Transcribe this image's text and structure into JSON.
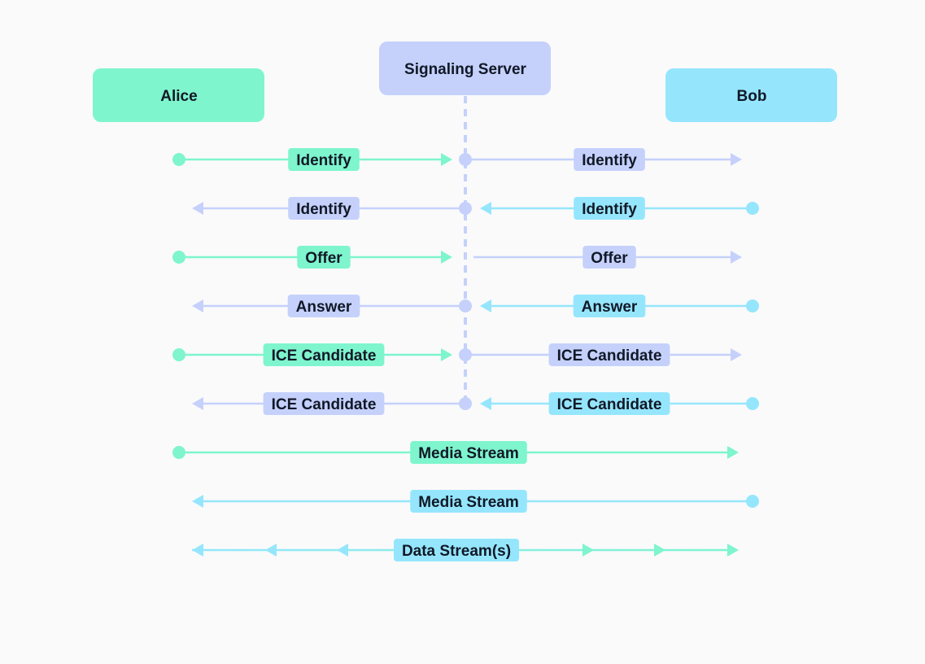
{
  "actors": [
    {
      "id": "alice",
      "label": "Alice",
      "color": "#7ef5cd"
    },
    {
      "id": "server",
      "label": "Signaling Server",
      "color": "#c5d1fb"
    },
    {
      "id": "bob",
      "label": "Bob",
      "color": "#95e6fc"
    }
  ],
  "colors": {
    "alice": "#7ef5cd",
    "server": "#c5d1fb",
    "bob": "#95e6fc",
    "text": "#111827",
    "background": "#fafafb"
  },
  "messages": [
    {
      "label": "Identify",
      "from": "alice",
      "to": "server",
      "color": "alice"
    },
    {
      "label": "Identify",
      "from": "server",
      "to": "bob",
      "color": "server"
    },
    {
      "label": "Identify",
      "from": "server",
      "to": "alice",
      "color": "server"
    },
    {
      "label": "Identify",
      "from": "bob",
      "to": "server",
      "color": "bob"
    },
    {
      "label": "Offer",
      "from": "alice",
      "to": "server",
      "color": "alice"
    },
    {
      "label": "Offer",
      "from": "server",
      "to": "bob",
      "color": "server"
    },
    {
      "label": "Answer",
      "from": "server",
      "to": "alice",
      "color": "server"
    },
    {
      "label": "Answer",
      "from": "bob",
      "to": "server",
      "color": "bob"
    },
    {
      "label": "ICE Candidate",
      "from": "alice",
      "to": "server",
      "color": "alice"
    },
    {
      "label": "ICE Candidate",
      "from": "server",
      "to": "bob",
      "color": "server"
    },
    {
      "label": "ICE Candidate",
      "from": "server",
      "to": "alice",
      "color": "server"
    },
    {
      "label": "ICE Candidate",
      "from": "bob",
      "to": "server",
      "color": "bob"
    },
    {
      "label": "Media Stream",
      "from": "alice",
      "to": "bob",
      "color": "alice"
    },
    {
      "label": "Media Stream",
      "from": "bob",
      "to": "alice",
      "color": "bob"
    },
    {
      "label": "Data Stream(s)",
      "from": "alice",
      "to": "bob",
      "color": "gradient",
      "bidirectional": true
    }
  ]
}
